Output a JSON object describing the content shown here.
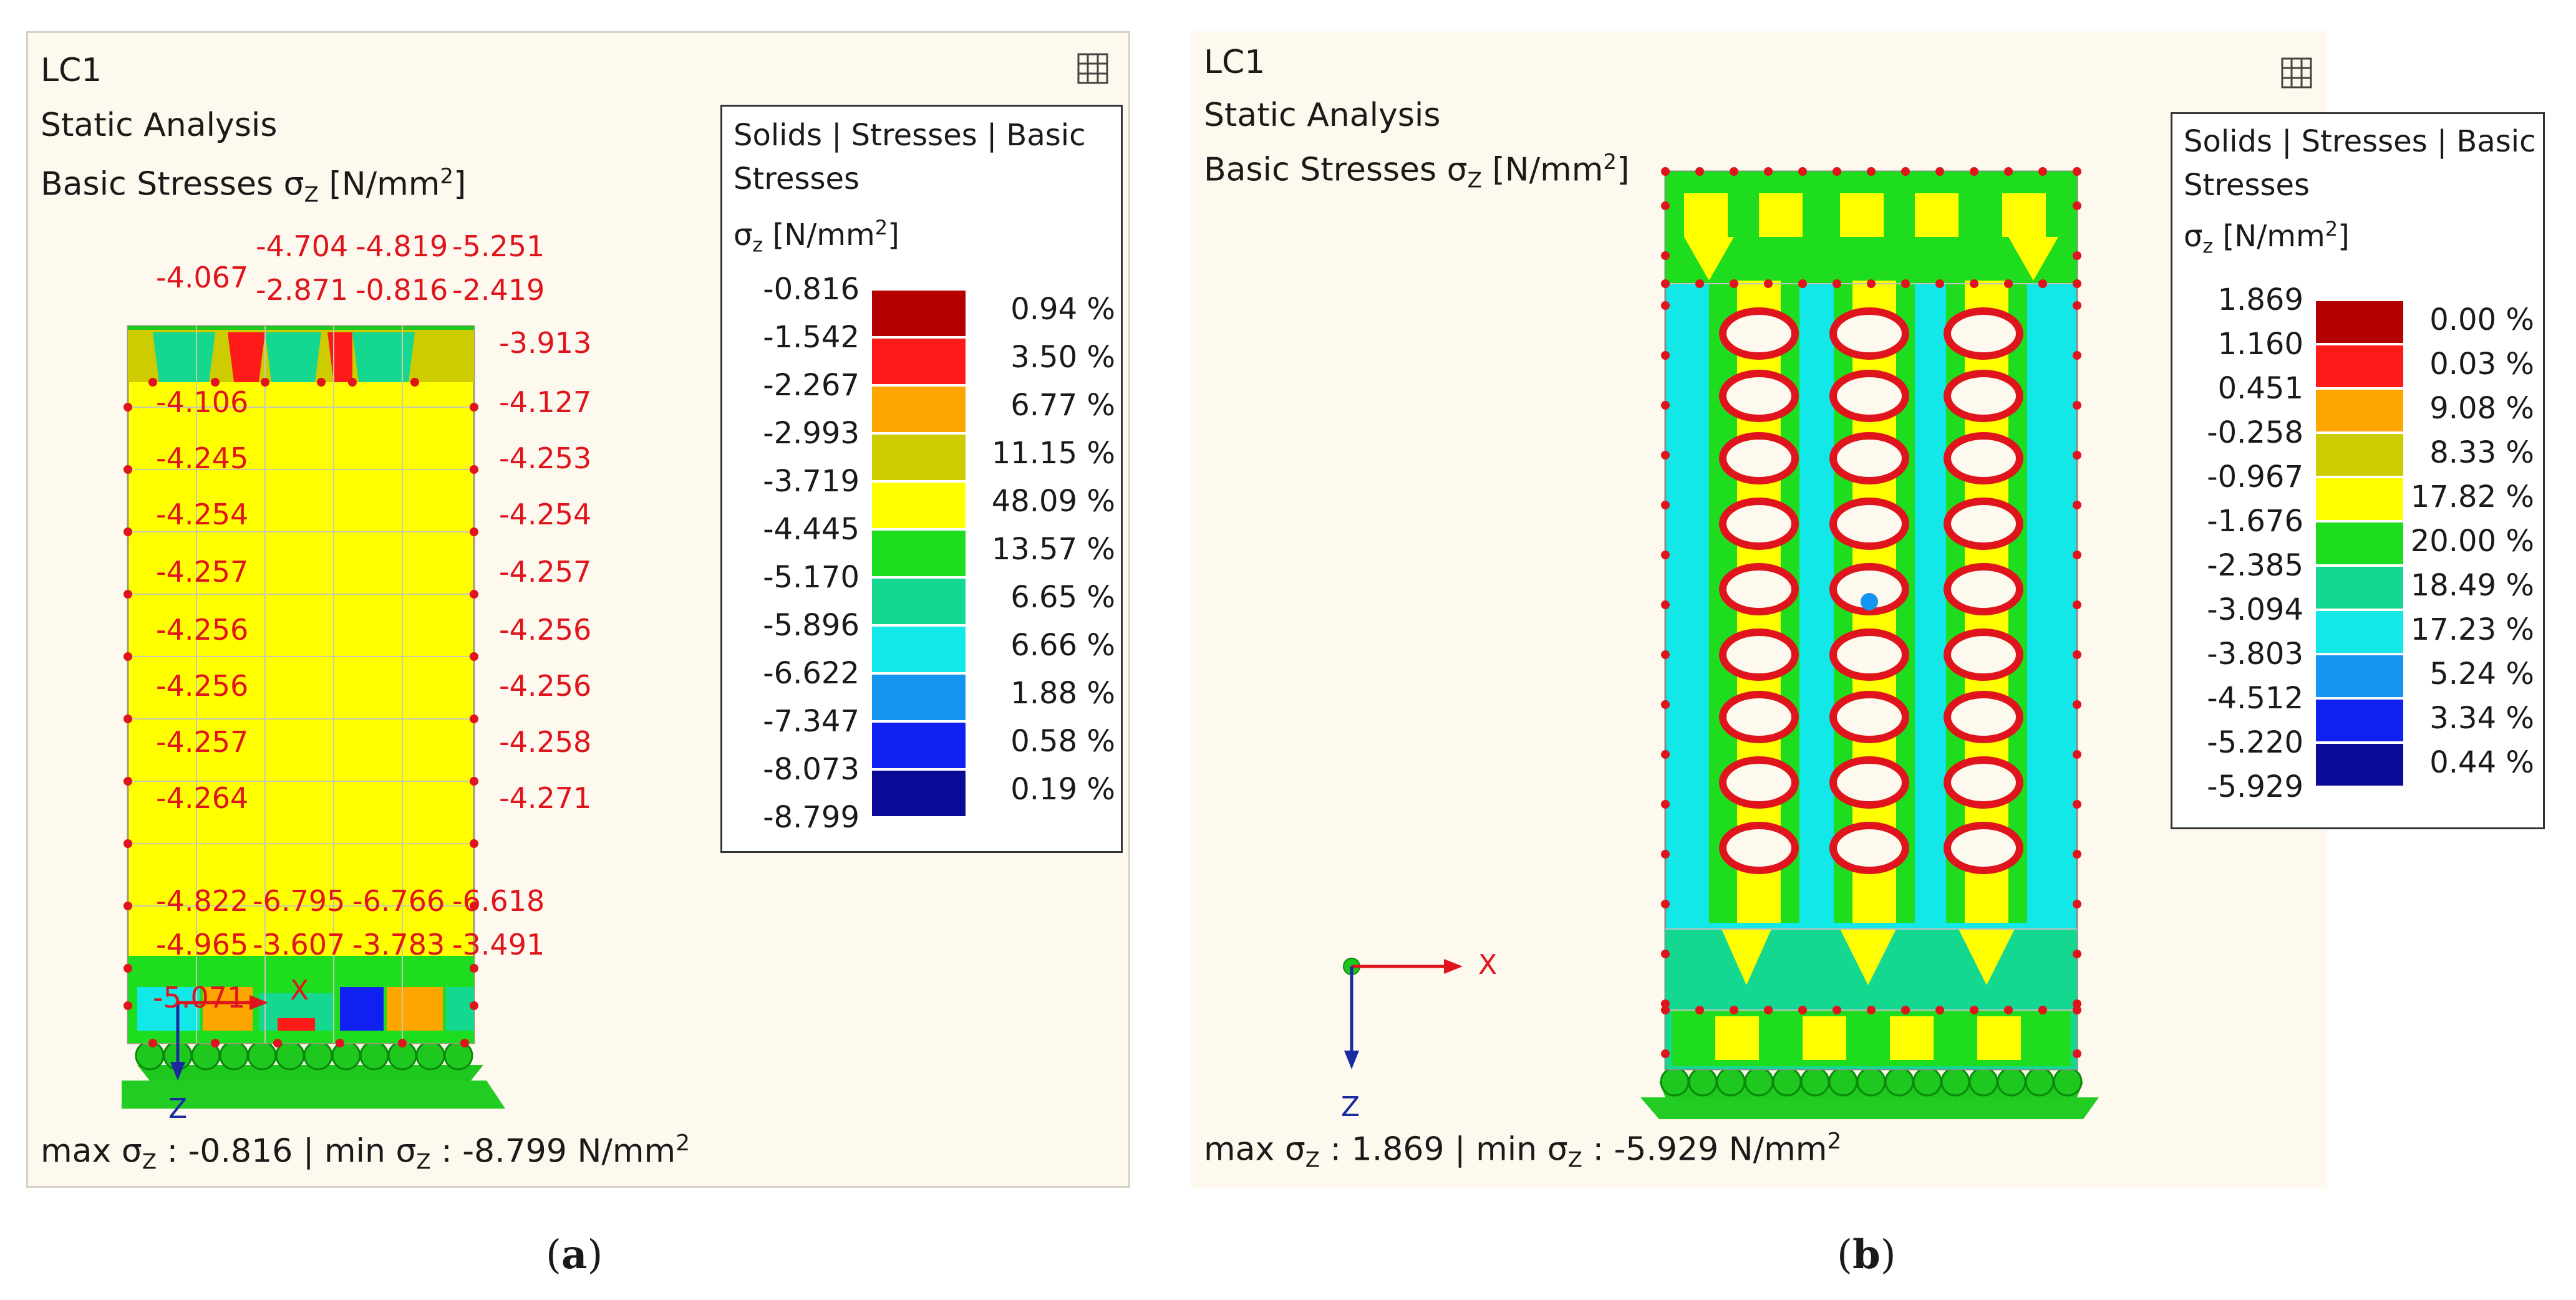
{
  "panels": [
    {
      "id": "a",
      "header": {
        "load_case": "LC1",
        "analysis": "Static Analysis",
        "result": "Basic Stresses σ",
        "result_sub": "Z",
        "unit_pre": " [N/mm",
        "unit_sup": "2",
        "unit_post": "]"
      },
      "legend": {
        "title_line1": "Solids | Stresses | Basic",
        "title_line2": "Stresses",
        "symbol": "σ",
        "symbol_sub": "z",
        "symbol_unit": " [N/mm",
        "symbol_sup": "2",
        "symbol_post": "]",
        "values": [
          "-0.816",
          "-1.542",
          "-2.267",
          "-2.993",
          "-3.719",
          "-4.445",
          "-5.170",
          "-5.896",
          "-6.622",
          "-7.347",
          "-8.073",
          "-8.799"
        ],
        "percents": [
          "0.94 %",
          "3.50 %",
          "6.77 %",
          "11.15 %",
          "48.09 %",
          "13.57 %",
          "6.65 %",
          "6.66 %",
          "1.88 %",
          "0.58 %",
          "0.19 %"
        ],
        "colors": [
          "#b40000",
          "#ff1a1a",
          "#ffa500",
          "#cccc00",
          "#ffff00",
          "#1edc1e",
          "#14d890",
          "#12e8e8",
          "#1496f0",
          "#1020f0",
          "#0a0a96"
        ]
      },
      "footer": {
        "max_label": "max σ",
        "max_sub": "Z",
        "max_value": " : -0.816 | min σ",
        "min_sub": "Z",
        "min_value": " : -8.799 N/mm",
        "unit_sup": "2"
      },
      "labels_top": [
        "-4.704",
        "-4.819",
        "-5.251",
        "-4.067",
        "-2.871",
        "-0.816",
        "-2.419",
        "-3.913"
      ],
      "labels_left": [
        "-4.106",
        "-4.245",
        "-4.254",
        "-4.257",
        "-4.256",
        "-4.256",
        "-4.257",
        "-4.264"
      ],
      "labels_right": [
        "-4.127",
        "-4.253",
        "-4.254",
        "-4.257",
        "-4.256",
        "-4.256",
        "-4.258",
        "-4.271"
      ],
      "labels_bottom": [
        "-4.822",
        "-6.795",
        "-6.766",
        "-6.618",
        "-4.965",
        "-3.607",
        "-3.783",
        "-3.491",
        "-5.071"
      ],
      "axes": {
        "x": "X",
        "z": "Z"
      },
      "caption": "a"
    },
    {
      "id": "b",
      "header": {
        "load_case": "LC1",
        "analysis": "Static Analysis",
        "result": "Basic Stresses σ",
        "result_sub": "Z",
        "unit_pre": " [N/mm",
        "unit_sup": "2",
        "unit_post": "]"
      },
      "legend": {
        "title_line1": "Solids | Stresses | Basic",
        "title_line2": "Stresses",
        "symbol": "σ",
        "symbol_sub": "z",
        "symbol_unit": " [N/mm",
        "symbol_sup": "2",
        "symbol_post": "]",
        "values": [
          "1.869",
          "1.160",
          "0.451",
          "-0.258",
          "-0.967",
          "-1.676",
          "-2.385",
          "-3.094",
          "-3.803",
          "-4.512",
          "-5.220",
          "-5.929"
        ],
        "percents": [
          "0.00 %",
          "0.03 %",
          "9.08 %",
          "8.33 %",
          "17.82 %",
          "20.00 %",
          "18.49 %",
          "17.23 %",
          "5.24 %",
          "3.34 %",
          "0.44 %"
        ],
        "colors": [
          "#b40000",
          "#ff1a1a",
          "#ffa500",
          "#cccc00",
          "#ffff00",
          "#1edc1e",
          "#14d890",
          "#12e8e8",
          "#1496f0",
          "#1020f0",
          "#0a0a96"
        ]
      },
      "footer": {
        "max_label": "max σ",
        "max_sub": "Z",
        "max_value": " : 1.869 | min σ",
        "min_sub": "Z",
        "min_value": " : -5.929 N/mm",
        "unit_sup": "2"
      },
      "axes": {
        "x": "X",
        "z": "Z"
      },
      "caption": "b"
    }
  ]
}
